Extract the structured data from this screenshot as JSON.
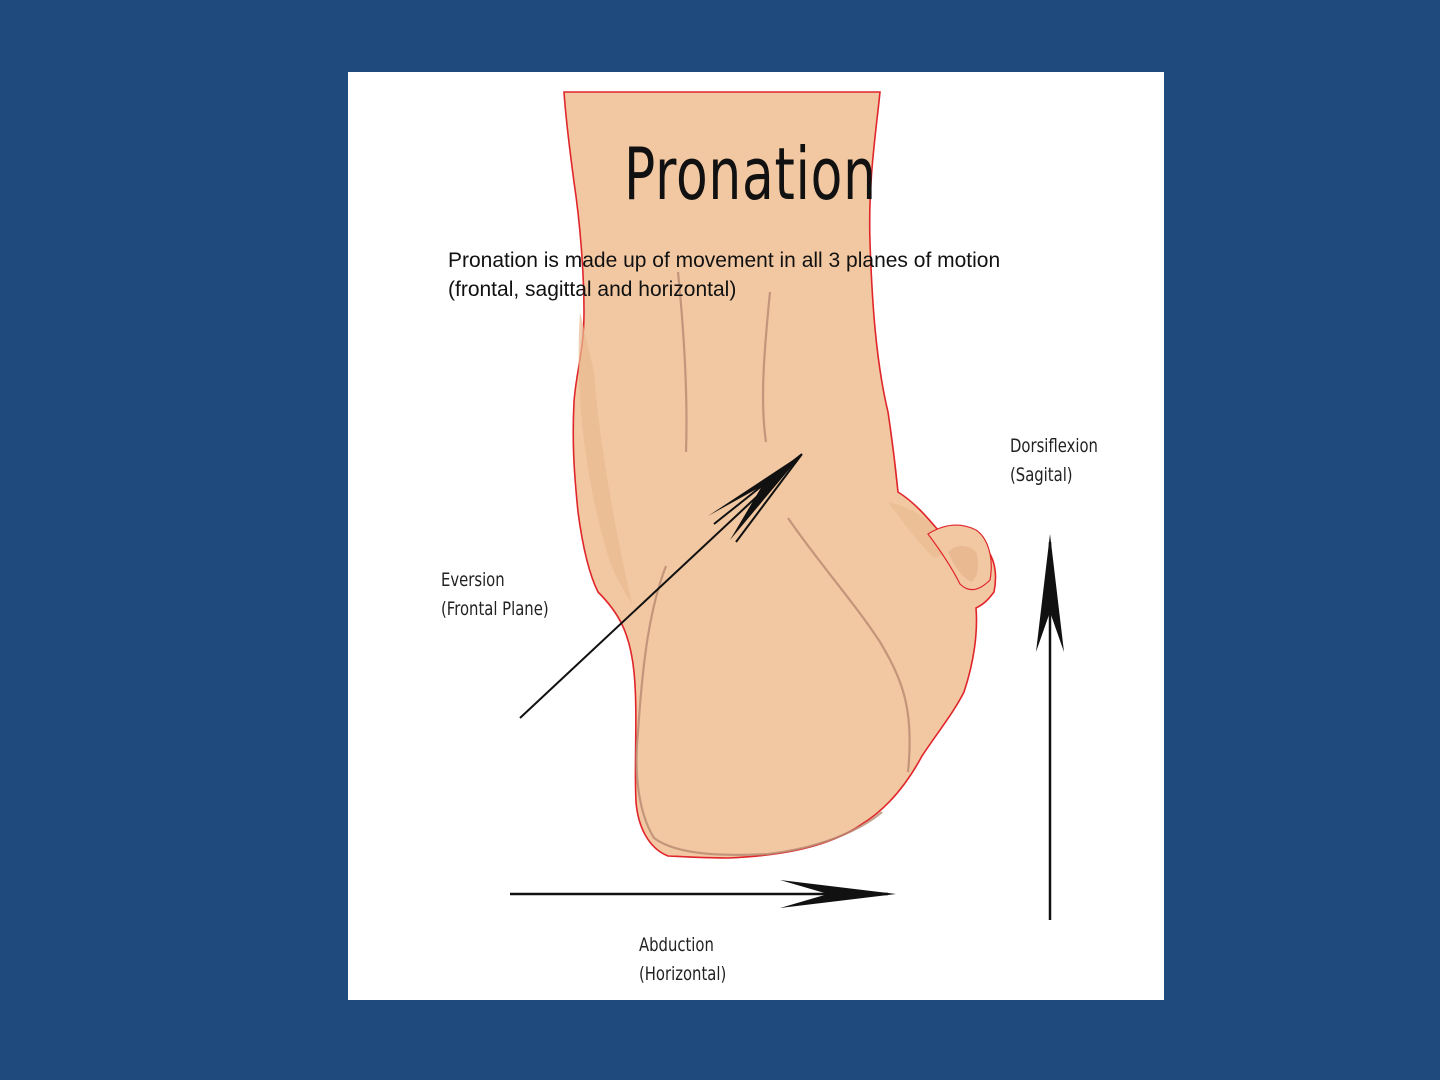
{
  "diagram": {
    "title": "Pronation",
    "subtitle_line1": "Pronation is made up of movement in all 3 planes of motion",
    "subtitle_line2": "(frontal, sagittal and horizontal)",
    "labels": {
      "dorsiflexion": {
        "line1": "Dorsiflexion",
        "line2": "(Sagital)"
      },
      "eversion": {
        "line1": "Eversion",
        "line2": "(Frontal Plane)"
      },
      "abduction": {
        "line1": "Abduction",
        "line2": "(Horizontal)"
      }
    }
  },
  "colors": {
    "background": "#1f4a7e",
    "panel": "#ffffff",
    "skin": "#f2c8a2",
    "skin_shadow": "#e6b48a",
    "outline": "#e0262a",
    "crease": "#b68a72",
    "arrow": "#111111"
  },
  "icons": {
    "foot_illustration": "foot-heel-icon",
    "arrows": [
      "eversion-arrow-icon",
      "dorsiflexion-arrow-icon",
      "abduction-arrow-icon"
    ]
  }
}
